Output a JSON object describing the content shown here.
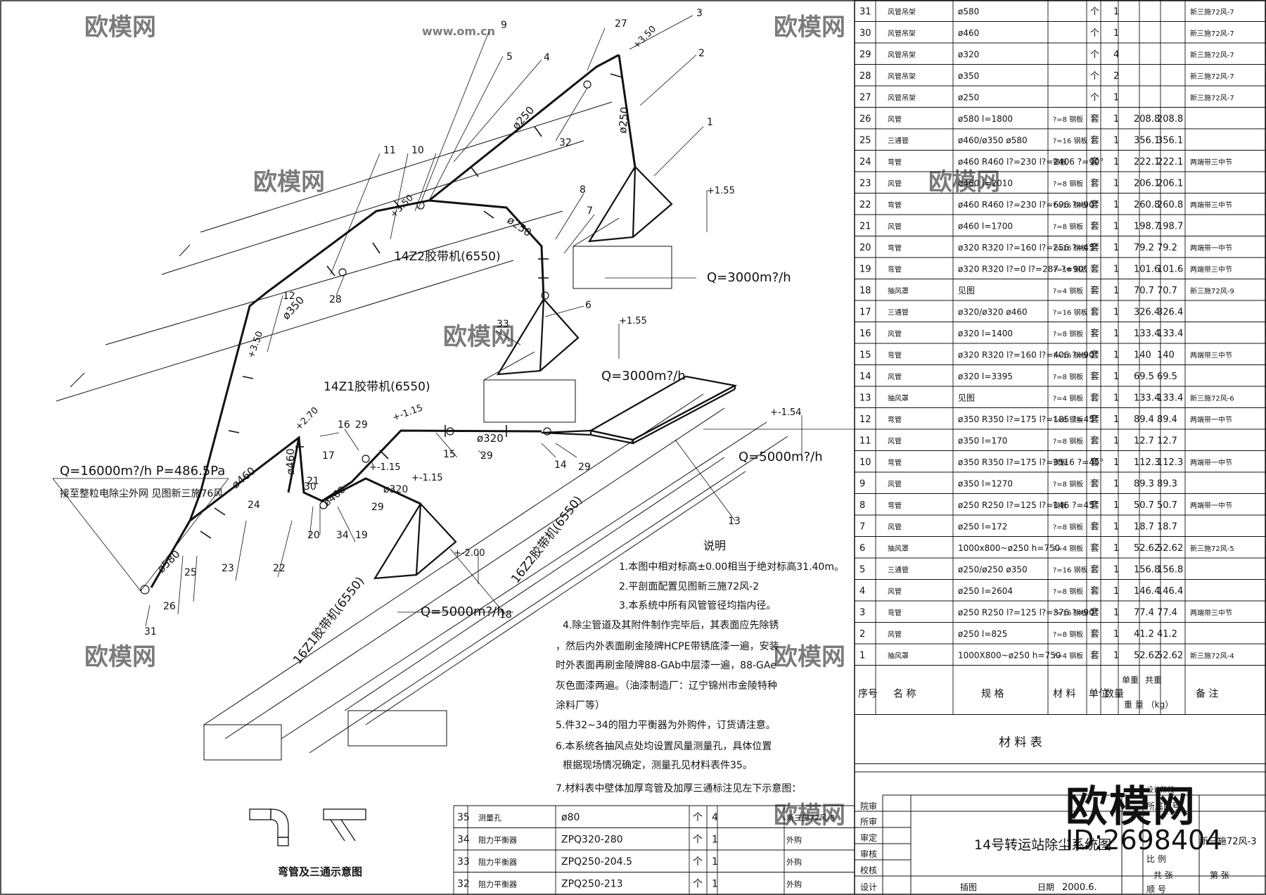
{
  "drawing": {
    "title": "14号转运站除尘系统图",
    "date_label": "日期",
    "date_value": "2000.6.",
    "scale_label": "插图",
    "sheet_label_total": "共 张",
    "sheet_label_no": "第 张",
    "drawing_no_label": "所属图号",
    "drawing_no": "新三施72风-3",
    "scale_row_label": "比 例",
    "seq_label": "顺 号",
    "phase": "设计阶段",
    "approvals": [
      "院审",
      "所审",
      "审定",
      "审核",
      "校核",
      "设计"
    ]
  },
  "brand": {
    "logo_text": "欧模网",
    "id_text": "ID:2698404",
    "wm_url": "www.om.cn"
  },
  "material_table": {
    "caption": "材 料 表",
    "headers": {
      "seq": "序号",
      "name": "名 称",
      "spec": "规 格",
      "material": "材 料",
      "unit": "单位",
      "qty": "数量",
      "unit_weight": "单重",
      "total_weight": "共重",
      "weight_unit": "重 量 （kg）",
      "remark": "备 注"
    },
    "rows": [
      {
        "no": "31",
        "name": "风管吊架",
        "spec": "ø580",
        "material": "",
        "unit": "个",
        "qty": "1",
        "w1": "",
        "w2": "",
        "remark": "新三施72风-7"
      },
      {
        "no": "30",
        "name": "风管吊架",
        "spec": "ø460",
        "material": "",
        "unit": "个",
        "qty": "1",
        "w1": "",
        "w2": "",
        "remark": "新三施72风-7"
      },
      {
        "no": "29",
        "name": "风管吊架",
        "spec": "ø320",
        "material": "",
        "unit": "个",
        "qty": "4",
        "w1": "",
        "w2": "",
        "remark": "新三施72风-7"
      },
      {
        "no": "28",
        "name": "风管吊架",
        "spec": "ø350",
        "material": "",
        "unit": "个",
        "qty": "2",
        "w1": "",
        "w2": "",
        "remark": "新三施72风-7"
      },
      {
        "no": "27",
        "name": "风管吊架",
        "spec": "ø250",
        "material": "",
        "unit": "个",
        "qty": "1",
        "w1": "",
        "w2": "",
        "remark": "新三施72风-7"
      },
      {
        "no": "26",
        "name": "风管",
        "spec": "ø580 l=1800",
        "material": "?=8 钢板",
        "unit": "套",
        "qty": "1",
        "w1": "208.8",
        "w2": "208.8",
        "remark": ""
      },
      {
        "no": "25",
        "name": "三通管",
        "spec": "ø460/ø350 ø580",
        "material": "?=16 钢板",
        "unit": "套",
        "qty": "1",
        "w1": "356.1",
        "w2": "356.1",
        "remark": ""
      },
      {
        "no": "24",
        "name": "弯管",
        "spec": "ø460 R460 l?=230 l?=2406 ?=90°",
        "material": "钢板",
        "unit": "套",
        "qty": "1",
        "w1": "222.1",
        "w2": "222.1",
        "remark": "两端带三中节"
      },
      {
        "no": "23",
        "name": "风管",
        "spec": "ø460 l=2010",
        "material": "?=8 钢板",
        "unit": "套",
        "qty": "1",
        "w1": "206.1",
        "w2": "206.1",
        "remark": ""
      },
      {
        "no": "22",
        "name": "弯管",
        "spec": "ø460 R460 l?=230 l?=696 ?=90°",
        "material": "?=16 钢板",
        "unit": "套",
        "qty": "1",
        "w1": "260.8",
        "w2": "260.8",
        "remark": "两端带三中节"
      },
      {
        "no": "21",
        "name": "风管",
        "spec": "ø460 l=1700",
        "material": "?=8 钢板",
        "unit": "套",
        "qty": "1",
        "w1": "198.7",
        "w2": "198.7",
        "remark": ""
      },
      {
        "no": "20",
        "name": "弯管",
        "spec": "ø320 R320 l?=160 l?=256 ?=45°",
        "material": "?=16 钢板",
        "unit": "套",
        "qty": "1",
        "w1": "79.2",
        "w2": "79.2",
        "remark": "两端带一中节"
      },
      {
        "no": "19",
        "name": "弯管",
        "spec": "ø320 R320 l?=0 l?=287 ?=90°",
        "material": "?=16 钢板",
        "unit": "套",
        "qty": "1",
        "w1": "101.6",
        "w2": "101.6",
        "remark": "两端带三中节"
      },
      {
        "no": "18",
        "name": "抽风罩",
        "spec": "见图",
        "material": "?=4 钢板",
        "unit": "套",
        "qty": "1",
        "w1": "70.7",
        "w2": "70.7",
        "remark": "新三施72风-9"
      },
      {
        "no": "17",
        "name": "三通管",
        "spec": "ø320/ø320 ø460",
        "material": "?=16 钢板",
        "unit": "套",
        "qty": "1",
        "w1": "326.4",
        "w2": "326.4",
        "remark": ""
      },
      {
        "no": "16",
        "name": "风管",
        "spec": "ø320 l=1400",
        "material": "?=8 钢板",
        "unit": "套",
        "qty": "1",
        "w1": "133.4",
        "w2": "133.4",
        "remark": ""
      },
      {
        "no": "15",
        "name": "弯管",
        "spec": "ø320 R320 l?=160 l?=406 ?=90°",
        "material": "?=16 钢板",
        "unit": "套",
        "qty": "1",
        "w1": "140",
        "w2": "140",
        "remark": "两端带三中节"
      },
      {
        "no": "14",
        "name": "风管",
        "spec": "ø320 l=3395",
        "material": "?=8 钢板",
        "unit": "套",
        "qty": "1",
        "w1": "69.5",
        "w2": "69.5",
        "remark": ""
      },
      {
        "no": "13",
        "name": "抽风罩",
        "spec": "见图",
        "material": "?=4 钢板",
        "unit": "套",
        "qty": "1",
        "w1": "133.4",
        "w2": "133.4",
        "remark": "新三施72风-6"
      },
      {
        "no": "12",
        "name": "弯管",
        "spec": "ø350 R350 l?=175 l?=185 ?=45°",
        "material": "?=8 钢板",
        "unit": "套",
        "qty": "1",
        "w1": "89.4",
        "w2": "89.4",
        "remark": "两端带一中节"
      },
      {
        "no": "11",
        "name": "风管",
        "spec": "ø350 l=170",
        "material": "?=8 钢板",
        "unit": "套",
        "qty": "1",
        "w1": "12.7",
        "w2": "12.7",
        "remark": ""
      },
      {
        "no": "10",
        "name": "弯管",
        "spec": "ø350 R350 l?=175 l?=3516 ?=45°",
        "material": "钢板",
        "unit": "套",
        "qty": "1",
        "w1": "112.3",
        "w2": "112.3",
        "remark": "两端带一中节"
      },
      {
        "no": "9",
        "name": "风管",
        "spec": "ø350 l=1270",
        "material": "?=8 钢板",
        "unit": "套",
        "qty": "1",
        "w1": "89.3",
        "w2": "89.3",
        "remark": ""
      },
      {
        "no": "8",
        "name": "弯管",
        "spec": "ø250 R250 l?=125 l?=146 ?=45°",
        "material": "钢板",
        "unit": "套",
        "qty": "1",
        "w1": "50.7",
        "w2": "50.7",
        "remark": "两端带一中节"
      },
      {
        "no": "7",
        "name": "风管",
        "spec": "ø250 l=172",
        "material": "?=8 钢板",
        "unit": "套",
        "qty": "1",
        "w1": "18.7",
        "w2": "18.7",
        "remark": ""
      },
      {
        "no": "6",
        "name": "抽风罩",
        "spec": "1000x800~ø250 h=750",
        "material": "?=4 钢板",
        "unit": "套",
        "qty": "1",
        "w1": "52.62",
        "w2": "52.62",
        "remark": "新三施72风-5"
      },
      {
        "no": "5",
        "name": "三通管",
        "spec": "ø250/ø250 ø350",
        "material": "?=16 钢板",
        "unit": "套",
        "qty": "1",
        "w1": "156.8",
        "w2": "156.8",
        "remark": ""
      },
      {
        "no": "4",
        "name": "风管",
        "spec": "ø250 l=2604",
        "material": "?=8 钢板",
        "unit": "套",
        "qty": "1",
        "w1": "146.4",
        "w2": "146.4",
        "remark": ""
      },
      {
        "no": "3",
        "name": "弯管",
        "spec": "ø250 R250 l?=125 l?=376 ?=90°",
        "material": "?=16 钢板",
        "unit": "套",
        "qty": "1",
        "w1": "77.4",
        "w2": "77.4",
        "remark": "两端带三中节"
      },
      {
        "no": "2",
        "name": "风管",
        "spec": "ø250 l=825",
        "material": "?=8 钢板",
        "unit": "套",
        "qty": "1",
        "w1": "41.2",
        "w2": "41.2",
        "remark": ""
      },
      {
        "no": "1",
        "name": "抽风罩",
        "spec": "1000X800~ø250 h=750",
        "material": "?=4 钢板",
        "unit": "套",
        "qty": "1",
        "w1": "52.62",
        "w2": "52.62",
        "remark": "新三施72风-4"
      }
    ]
  },
  "lower_table": {
    "rows": [
      {
        "no": "35",
        "name": "测量孔",
        "spec": "ø80",
        "unit": "个",
        "qty": "4",
        "remark": "新三施72风-8"
      },
      {
        "no": "34",
        "name": "阻力平衡器",
        "spec": "ZPQ320-280",
        "unit": "个",
        "qty": "1",
        "remark": "外购"
      },
      {
        "no": "33",
        "name": "阻力平衡器",
        "spec": "ZPQ250-204.5",
        "unit": "个",
        "qty": "1",
        "remark": "外购"
      },
      {
        "no": "32",
        "name": "阻力平衡器",
        "spec": "ZPQ250-213",
        "unit": "个",
        "qty": "1",
        "remark": "外购"
      }
    ]
  },
  "notes": {
    "title": "说明",
    "items": [
      "1.本图中相对标高±0.00相当于绝对标高31.40m。",
      "2.平剖面配置见图新三施72风-2",
      "3.本系统中所有风管管径均指内径。",
      "4.除尘管道及其附件制作完毕后，其表面应先除锈",
      "，然后内外表面刷金陵牌HCPE带锈底漆一遍，安装",
      "时外表面再刷金陵牌88-GAb中层漆一遍，88-GAe",
      "灰色面漆两遍。（油漆制造厂：辽宁锦州市金陵特种",
      "涂料厂等）",
      "5.件32~34的阻力平衡器为外购件，订货请注意。",
      "6.本系统各抽风点处均设置风量测量孔，具体位置",
      "根据现场情况确定，测量孔见材料表件35。",
      "7.材料表中壁体加厚弯管及加厚三通标注见左下示意图："
    ],
    "sketch_caption": "弯管及三通示意图"
  },
  "diagram_labels": {
    "q1": "Q=16000m?/h P=486.5Pa",
    "q1_note": "接至整粒电除尘外网 见图新三施76风",
    "q_3000_a": "Q=3000m?/h",
    "q_3000_b": "Q=3000m?/h",
    "q_5000_a": "Q=5000m?/h",
    "q_5000_b": "Q=5000m?/h",
    "conv_14z2": "14Z2胶带机(6550)",
    "conv_14z1": "14Z1胶带机(6550)",
    "conv_16z2": "16Z2胶带机(6550)",
    "conv_16z1": "16Z1胶带机(6550)",
    "el_350a": "+3.50",
    "el_350b": "+3.50",
    "el_350c": "+3.50",
    "el_270": "+2.70",
    "el_155a": "+1.55",
    "el_155b": "+1.55",
    "el_115a": "+-1.15",
    "el_115b": "+-1.15",
    "el_154": "+-1.54",
    "el_200": "+-2.00",
    "el_115c": "+-1.15",
    "d250a": "ø250",
    "d250b": "ø250",
    "d250c": "ø250",
    "d350": "ø350",
    "d460a": "ø460",
    "d460b": "ø460",
    "d320": "ø320",
    "d580": "ø580",
    "d320b": "ø320",
    "d460c": "ø460",
    "callouts": [
      "1",
      "2",
      "3",
      "4",
      "5",
      "6",
      "7",
      "8",
      "9",
      "10",
      "11",
      "12",
      "13",
      "14",
      "15",
      "16",
      "17",
      "18",
      "19",
      "20",
      "21",
      "22",
      "23",
      "24",
      "25",
      "26",
      "27",
      "28",
      "29",
      "29",
      "29",
      "30",
      "31",
      "32",
      "33",
      "34",
      "29"
    ]
  }
}
